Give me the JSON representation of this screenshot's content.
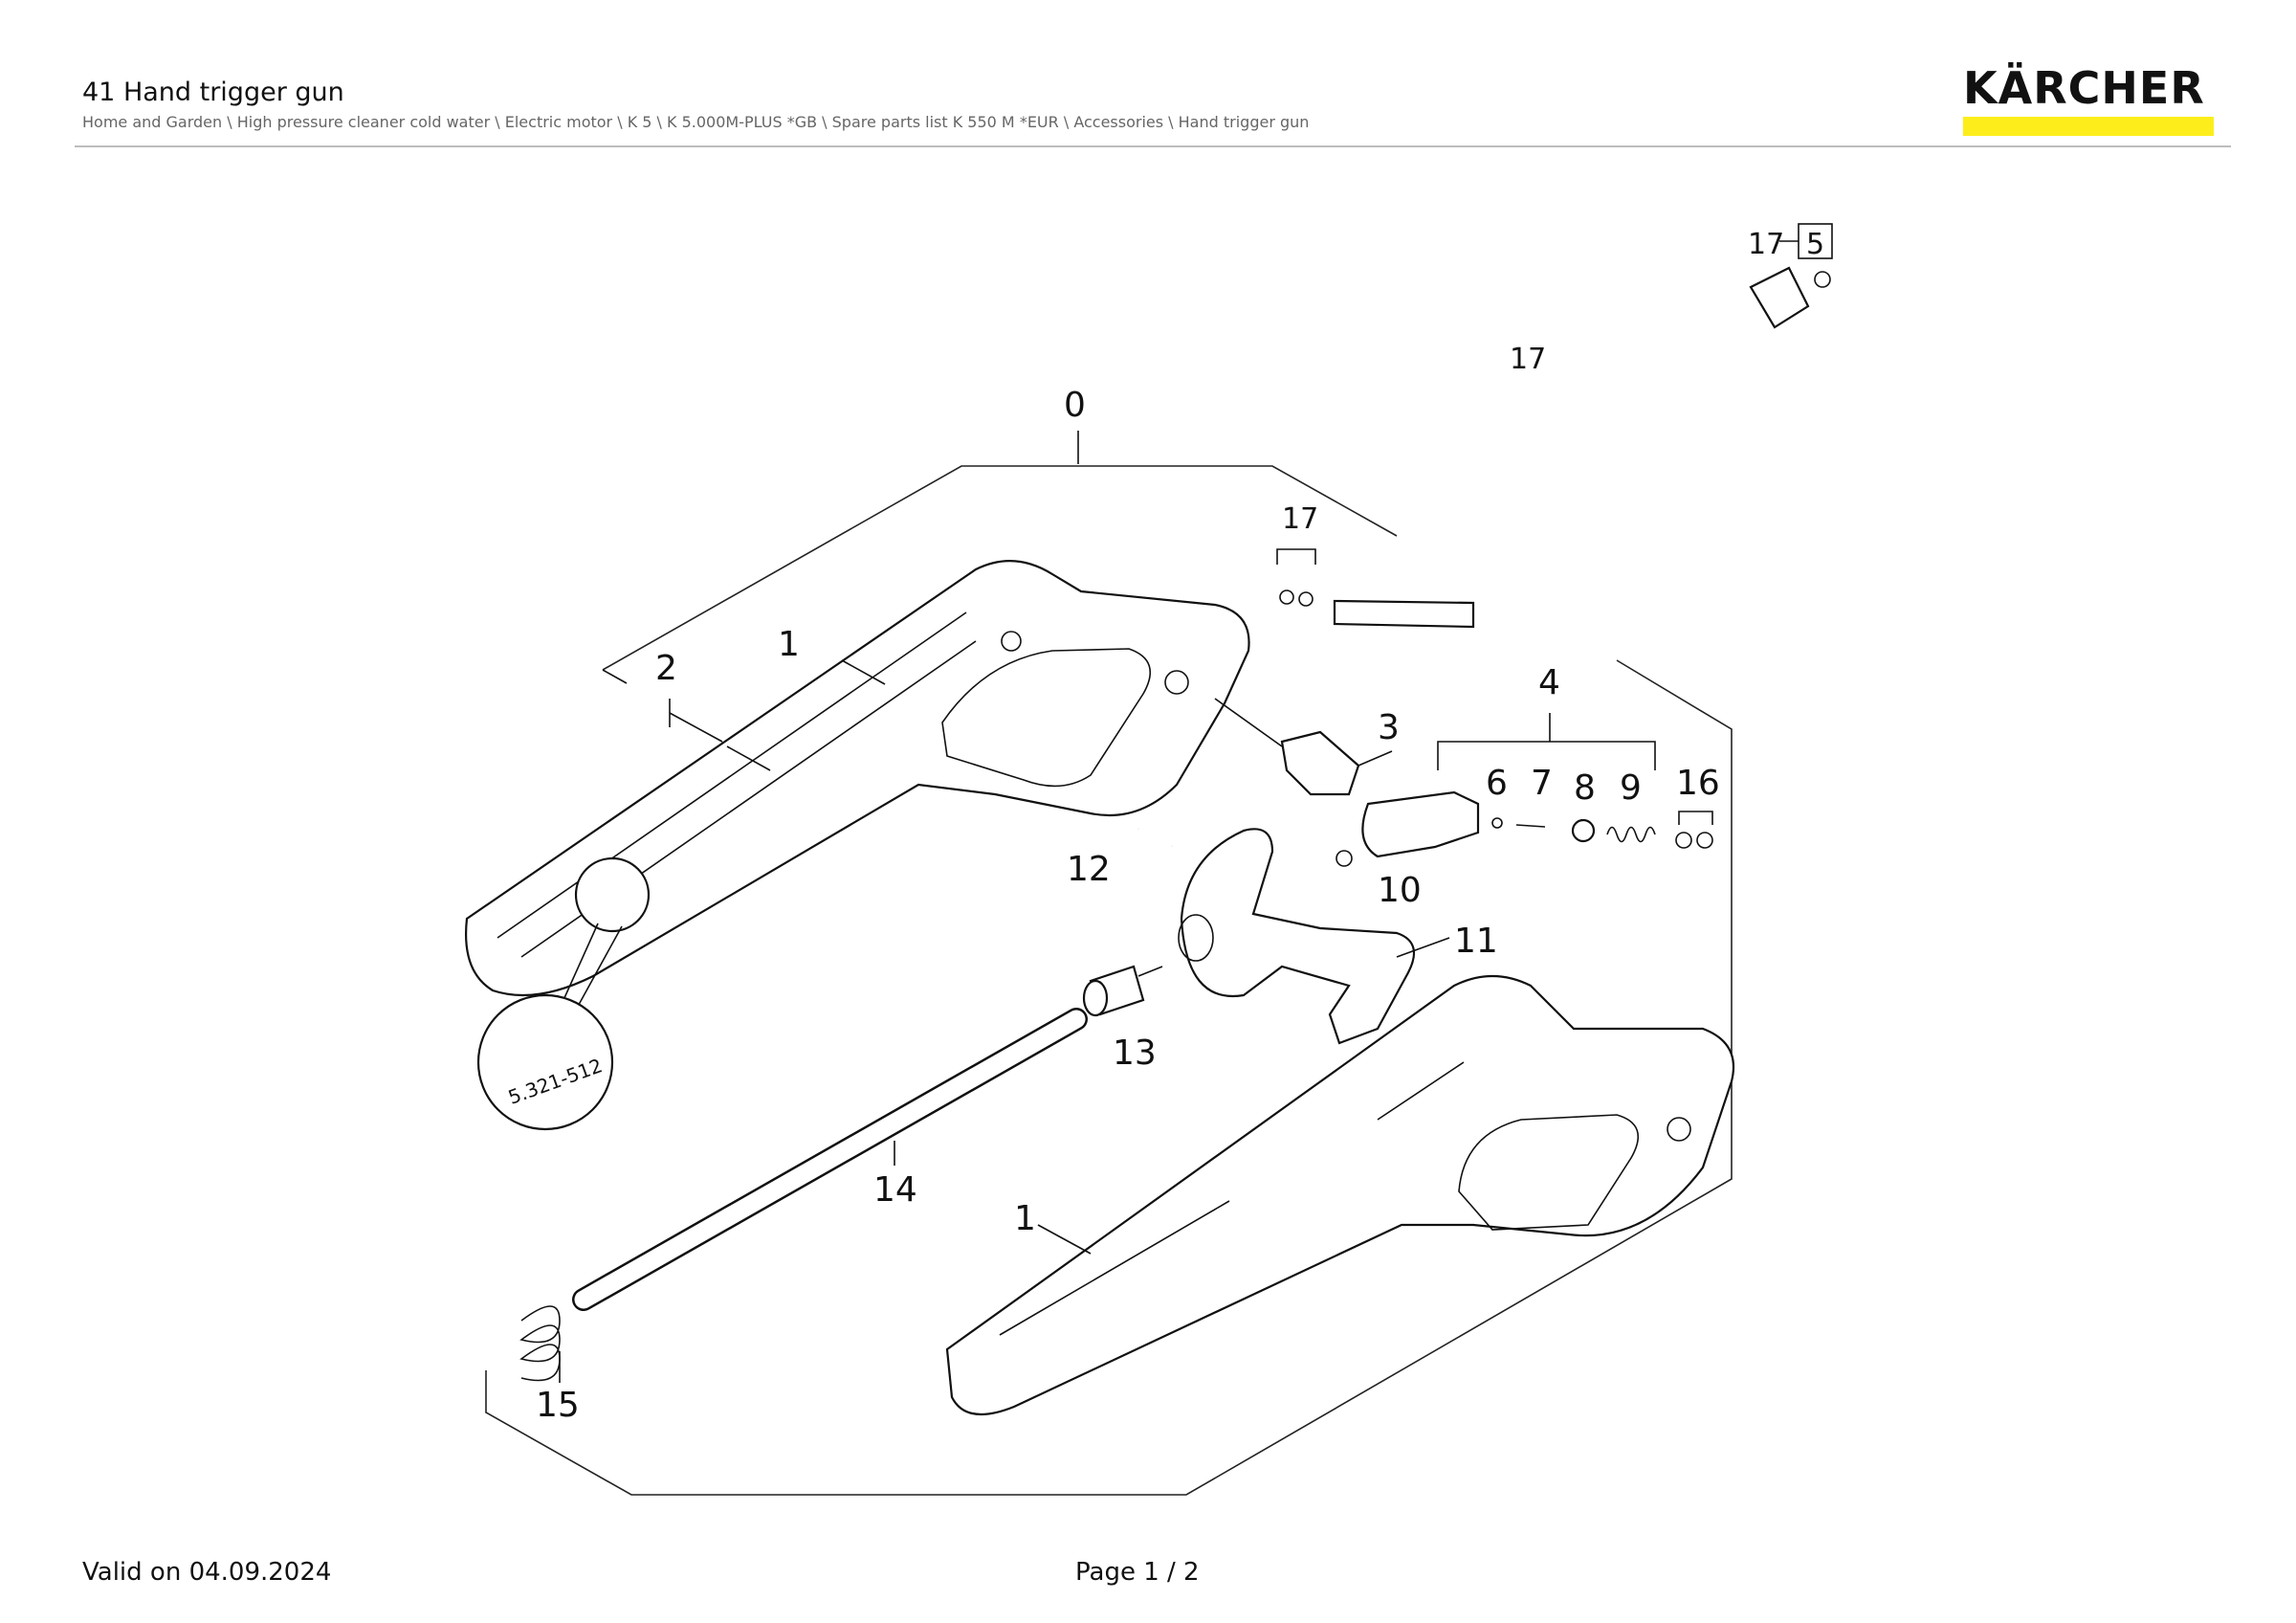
{
  "header": {
    "title": "41 Hand trigger gun",
    "breadcrumb": "Home and Garden \\ High pressure cleaner cold water \\ Electric motor \\ K 5 \\ K 5.000M-PLUS *GB \\ Spare parts list K 550 M *EUR \\ Accessories \\ Hand trigger gun"
  },
  "logo": {
    "text": "KÄRCHER",
    "accent_color": "#fdee1b"
  },
  "diagram": {
    "part_labels": [
      "0",
      "1",
      "2",
      "3",
      "4",
      "6",
      "7",
      "8",
      "9",
      "16",
      "12",
      "10",
      "11",
      "13",
      "14",
      "1",
      "15",
      "17",
      "17",
      "17",
      "5"
    ],
    "detail_stamp": "5.321-512"
  },
  "footer": {
    "valid": "Valid on 04.09.2024",
    "page": "Page 1 / 2"
  }
}
